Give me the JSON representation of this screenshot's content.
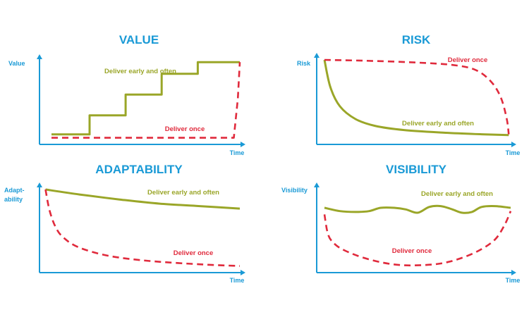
{
  "colors": {
    "title": "#1a9ad6",
    "axis": "#1a9ad6",
    "early": "#9aa628",
    "once": "#e02a3c"
  },
  "chart_data": [
    {
      "type": "line",
      "title": "VALUE",
      "ylabel": [
        "Value"
      ],
      "xlabel": "Time",
      "xlim": [
        0,
        100
      ],
      "ylim": [
        0,
        100
      ],
      "series": [
        {
          "name": "Deliver early and often",
          "style": "solid",
          "x": [
            6,
            25,
            25,
            43,
            43,
            61,
            61,
            79,
            79,
            100
          ],
          "y": [
            12,
            12,
            35,
            35,
            60,
            60,
            85,
            85,
            99,
            99
          ]
        },
        {
          "name": "Deliver once",
          "style": "dashed",
          "x": [
            6,
            97,
            99,
            100
          ],
          "y": [
            8,
            8,
            55,
            99
          ]
        }
      ]
    },
    {
      "type": "line",
      "title": "RISK",
      "ylabel": [
        "Risk"
      ],
      "xlabel": "Time",
      "xlim": [
        0,
        100
      ],
      "ylim": [
        0,
        100
      ],
      "series": [
        {
          "name": "Deliver early and often",
          "style": "solid",
          "x": [
            4,
            7,
            12,
            20,
            30,
            45,
            65,
            85,
            99
          ],
          "y": [
            100,
            68,
            45,
            30,
            22,
            17,
            14,
            12,
            11
          ]
        },
        {
          "name": "Deliver once",
          "style": "dashed",
          "x": [
            4,
            25,
            50,
            70,
            82,
            90,
            95,
            98,
            99
          ],
          "y": [
            100,
            99,
            97,
            94,
            88,
            74,
            55,
            30,
            12
          ]
        }
      ]
    },
    {
      "type": "line",
      "title": "ADAPTABILITY",
      "ylabel": [
        "Adapt-",
        "ability"
      ],
      "xlabel": "Time",
      "xlim": [
        0,
        100
      ],
      "ylim": [
        0,
        100
      ],
      "series": [
        {
          "name": "Deliver early and often",
          "style": "solid",
          "x": [
            3,
            20,
            40,
            60,
            80,
            100
          ],
          "y": [
            100,
            94,
            88,
            83,
            80,
            77
          ]
        },
        {
          "name": "Deliver once",
          "style": "dashed",
          "x": [
            3,
            5,
            8,
            12,
            20,
            35,
            55,
            80,
            100
          ],
          "y": [
            100,
            75,
            55,
            42,
            30,
            20,
            14,
            10,
            8
          ]
        }
      ]
    },
    {
      "type": "line",
      "title": "VISIBILITY",
      "ylabel": [
        "Visibility"
      ],
      "xlabel": "Time",
      "xlim": [
        0,
        100
      ],
      "ylim": [
        0,
        100
      ],
      "series": [
        {
          "name": "Deliver early and often",
          "style": "solid",
          "x": [
            4,
            12,
            20,
            27,
            33,
            40,
            46,
            52,
            58,
            64,
            70,
            75,
            80,
            85,
            92,
            100
          ],
          "y": [
            78,
            74,
            73,
            74,
            78,
            78,
            76,
            72,
            79,
            80,
            76,
            72,
            73,
            79,
            80,
            78
          ]
        },
        {
          "name": "Deliver once",
          "style": "dashed",
          "x": [
            4,
            6,
            10,
            16,
            24,
            34,
            44,
            54,
            64,
            74,
            84,
            92,
            97,
            100
          ],
          "y": [
            70,
            45,
            33,
            25,
            18,
            12,
            9,
            9,
            11,
            17,
            27,
            40,
            58,
            74
          ]
        }
      ]
    }
  ]
}
